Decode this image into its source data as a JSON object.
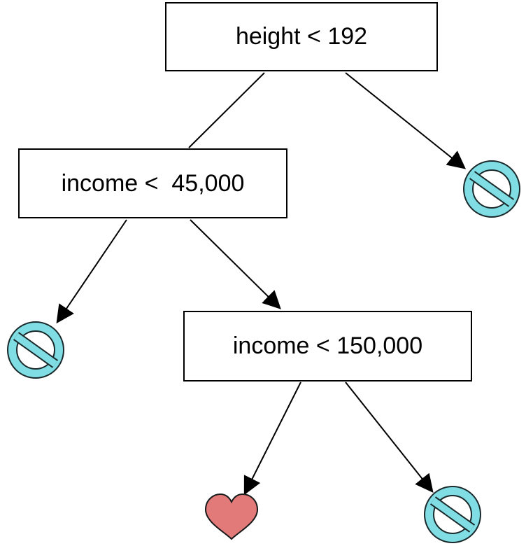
{
  "nodes": {
    "root": {
      "label": "height < 192"
    },
    "income_split_1": {
      "label": "income <  45,000"
    },
    "income_split_2": {
      "label": "income < 150,000"
    }
  },
  "leaves": [
    {
      "id": "no-1",
      "icon": "no-symbol-icon"
    },
    {
      "id": "no-2",
      "icon": "no-symbol-icon"
    },
    {
      "id": "heart",
      "icon": "heart-icon"
    },
    {
      "id": "no-3",
      "icon": "no-symbol-icon"
    }
  ],
  "colors": {
    "no_symbol_fill": "#7fdde3",
    "heart_fill": "#e37a7a",
    "line": "#000000"
  }
}
